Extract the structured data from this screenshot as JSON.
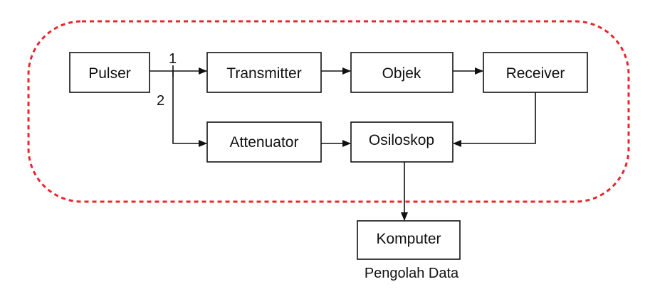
{
  "colors": {
    "boundary": "#e8262b",
    "box_stroke": "#111111",
    "arrow": "#111111",
    "text": "#111111"
  },
  "blocks": {
    "pulser": "Pulser",
    "transmitter": "Transmitter",
    "objek": "Objek",
    "receiver": "Receiver",
    "attenuator": "Attenuator",
    "osiloskop": "Osiloskop",
    "komputer": "Komputer"
  },
  "branches": {
    "path1": "1",
    "path2": "2"
  },
  "caption": "Pengolah Data"
}
